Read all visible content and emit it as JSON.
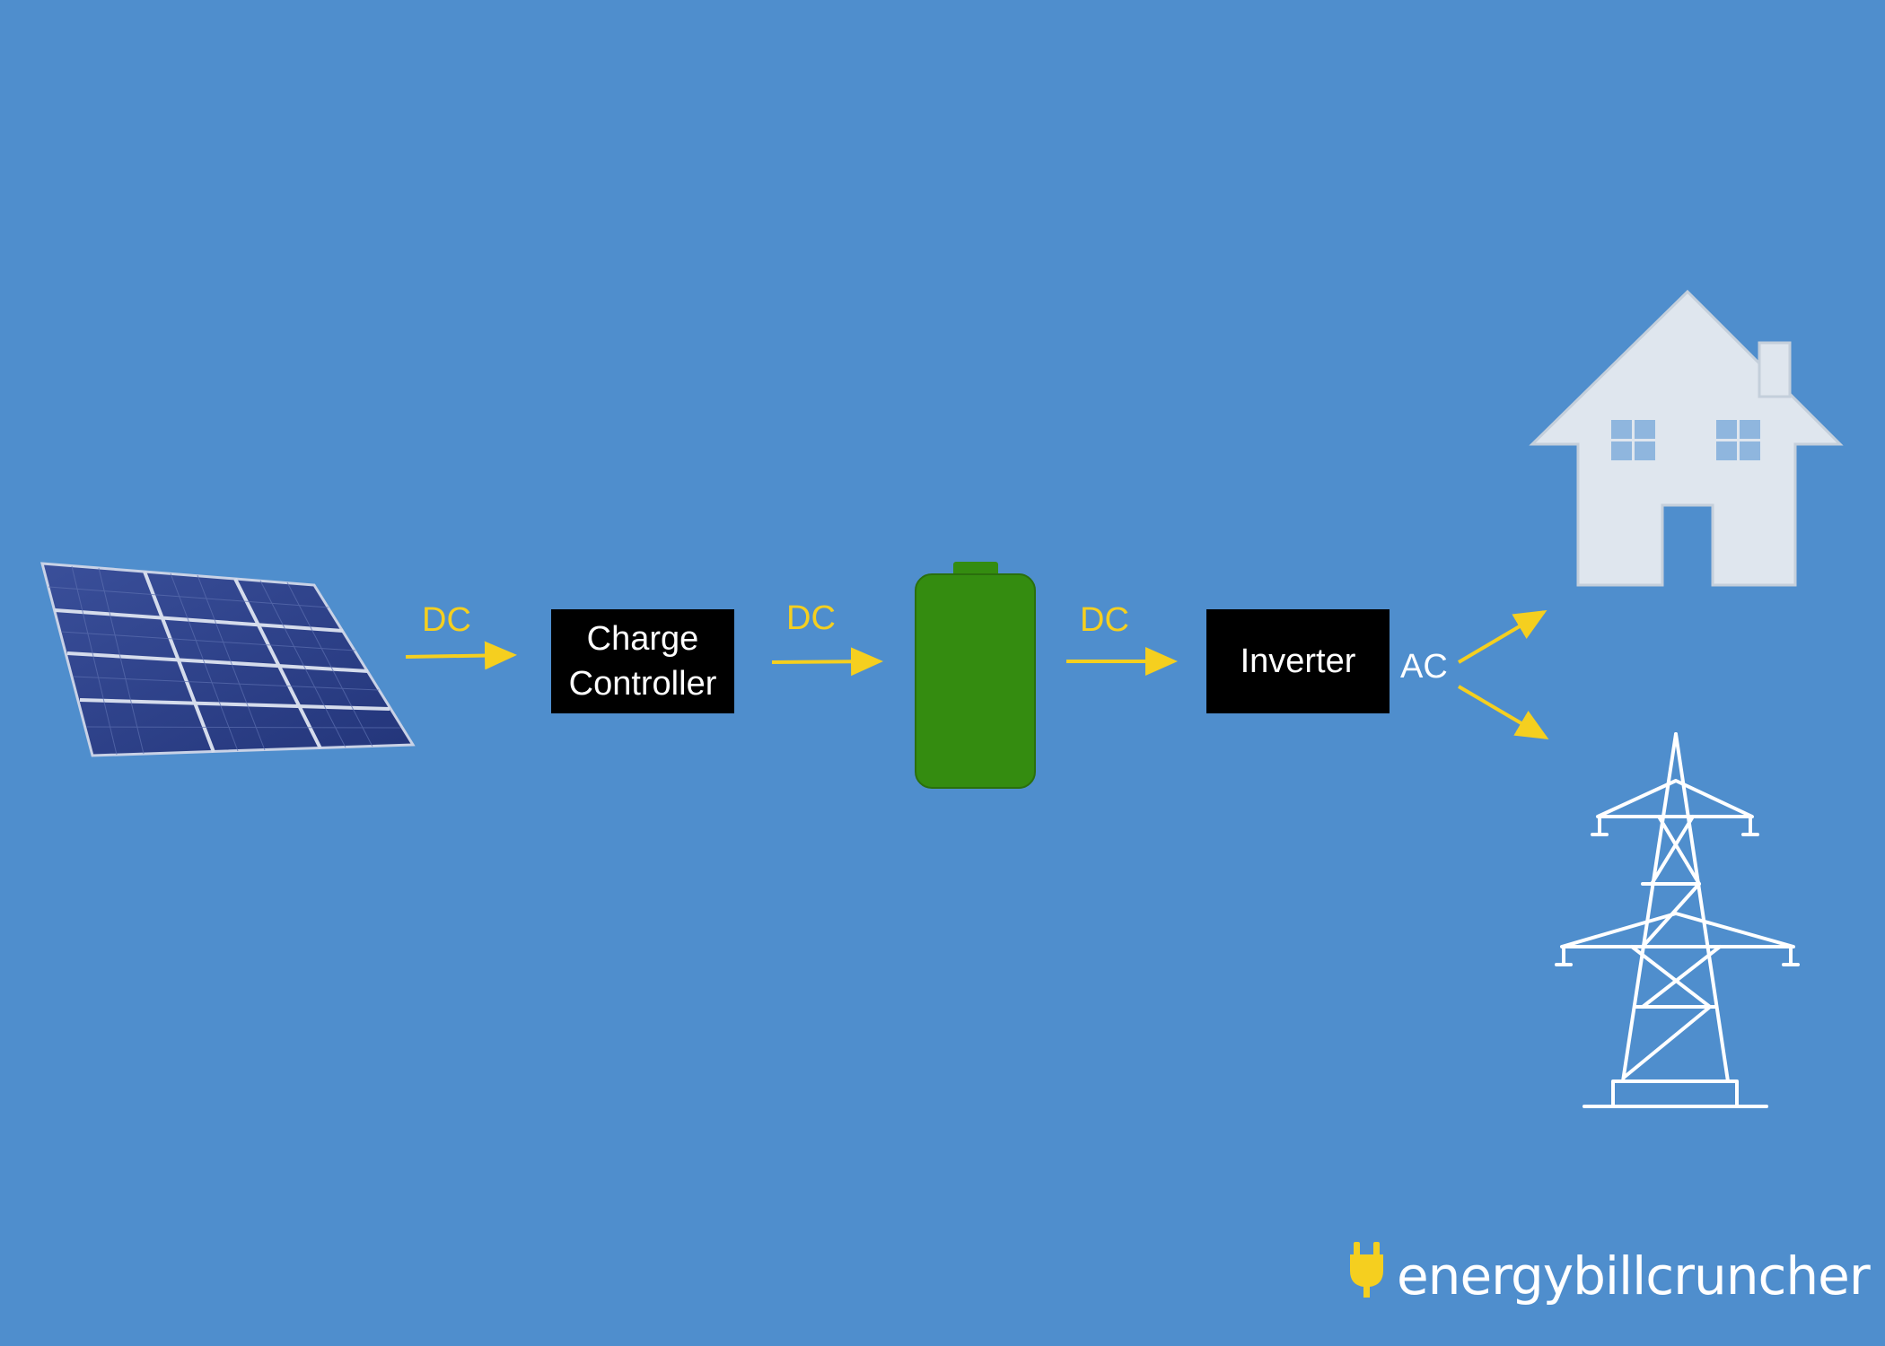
{
  "labels": {
    "dc1": "DC",
    "dc2": "DC",
    "dc3": "DC",
    "ac": "AC"
  },
  "nodes": {
    "charge_controller": {
      "line1": "Charge",
      "line2": "Controller"
    },
    "inverter": {
      "label": "Inverter"
    }
  },
  "brand": {
    "name": "energybillcruncher"
  },
  "colors": {
    "background": "#4f8ecd",
    "arrow": "#f5cf1f",
    "battery": "#348c10",
    "box": "#000000",
    "house": "#dfe6ee",
    "tower": "#ffffff"
  },
  "icons": [
    "solar-panel-icon",
    "battery-icon",
    "house-icon",
    "power-tower-icon",
    "plug-icon"
  ]
}
